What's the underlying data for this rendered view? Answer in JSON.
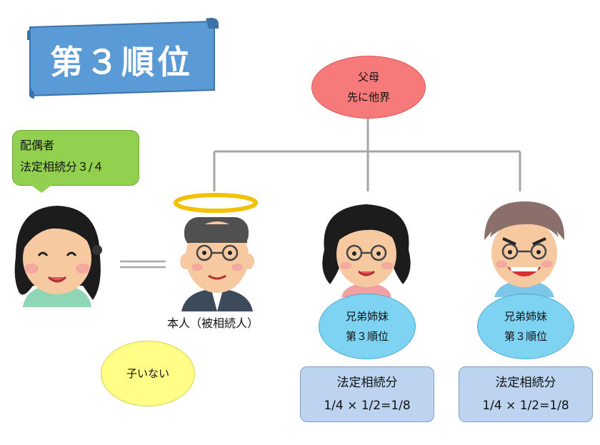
{
  "banner": {
    "title": "第３順位"
  },
  "parents": {
    "line1": "父母",
    "line2": "先に他界"
  },
  "spouse": {
    "line1": "配偶者",
    "line2": "法定相続分３/４"
  },
  "self": {
    "label": "本人（被相続人）"
  },
  "no_children": {
    "label": "子いない"
  },
  "siblings": [
    {
      "line1": "兄弟姉妹",
      "line2": "第３順位",
      "share_title": "法定相続分",
      "share_formula": "1/4 × 1/2=1/8"
    },
    {
      "line1": "兄弟姉妹",
      "line2": "第３順位",
      "share_title": "法定相続分",
      "share_formula": "1/4 × 1/2=1/8"
    }
  ],
  "colors": {
    "banner": "#5b9bd5",
    "parents": "#f77a7a",
    "spouse": "#92d050",
    "no_children": "#ffff88",
    "sibling_tag": "#7fd3f2",
    "share_box": "#bcd4ef",
    "tree_line": "#a6a6a6"
  }
}
